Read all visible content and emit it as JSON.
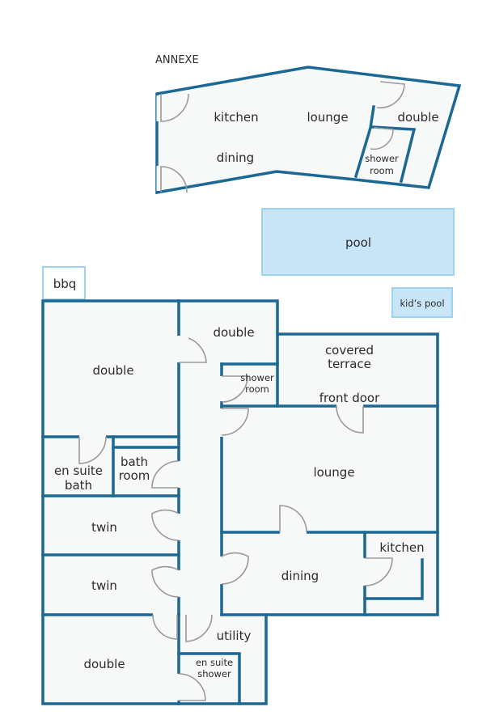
{
  "annexe": {
    "title": "ANNEXE",
    "kitchen": "kitchen",
    "lounge": "lounge",
    "double": "double",
    "dining": "dining",
    "shower_room": [
      "shower",
      "room"
    ]
  },
  "outdoor": {
    "pool": "pool",
    "kids_pool": "kid’s pool",
    "bbq": "bbq"
  },
  "main_house": {
    "double_bedroom_1": "double",
    "double_bedroom_2": "double",
    "double_bedroom_3": "double",
    "ensuite_bath": [
      "en suite",
      "bath"
    ],
    "bathroom": [
      "bath",
      "room"
    ],
    "shower_room": [
      "shower",
      "room"
    ],
    "covered_terrace": [
      "covered",
      "terrace"
    ],
    "front_door": "front door",
    "lounge": "lounge",
    "twin_1": "twin",
    "twin_2": "twin",
    "dining": "dining",
    "kitchen": "kitchen",
    "utility": "utility",
    "ensuite_shower": [
      "en suite",
      "shower"
    ]
  },
  "colors": {
    "wall": "#1c6894",
    "floor": "#f7f8f8",
    "pool_fill": "#c7e5f7",
    "pool_border": "#9ed2ef",
    "door": "#9a9a9a"
  }
}
